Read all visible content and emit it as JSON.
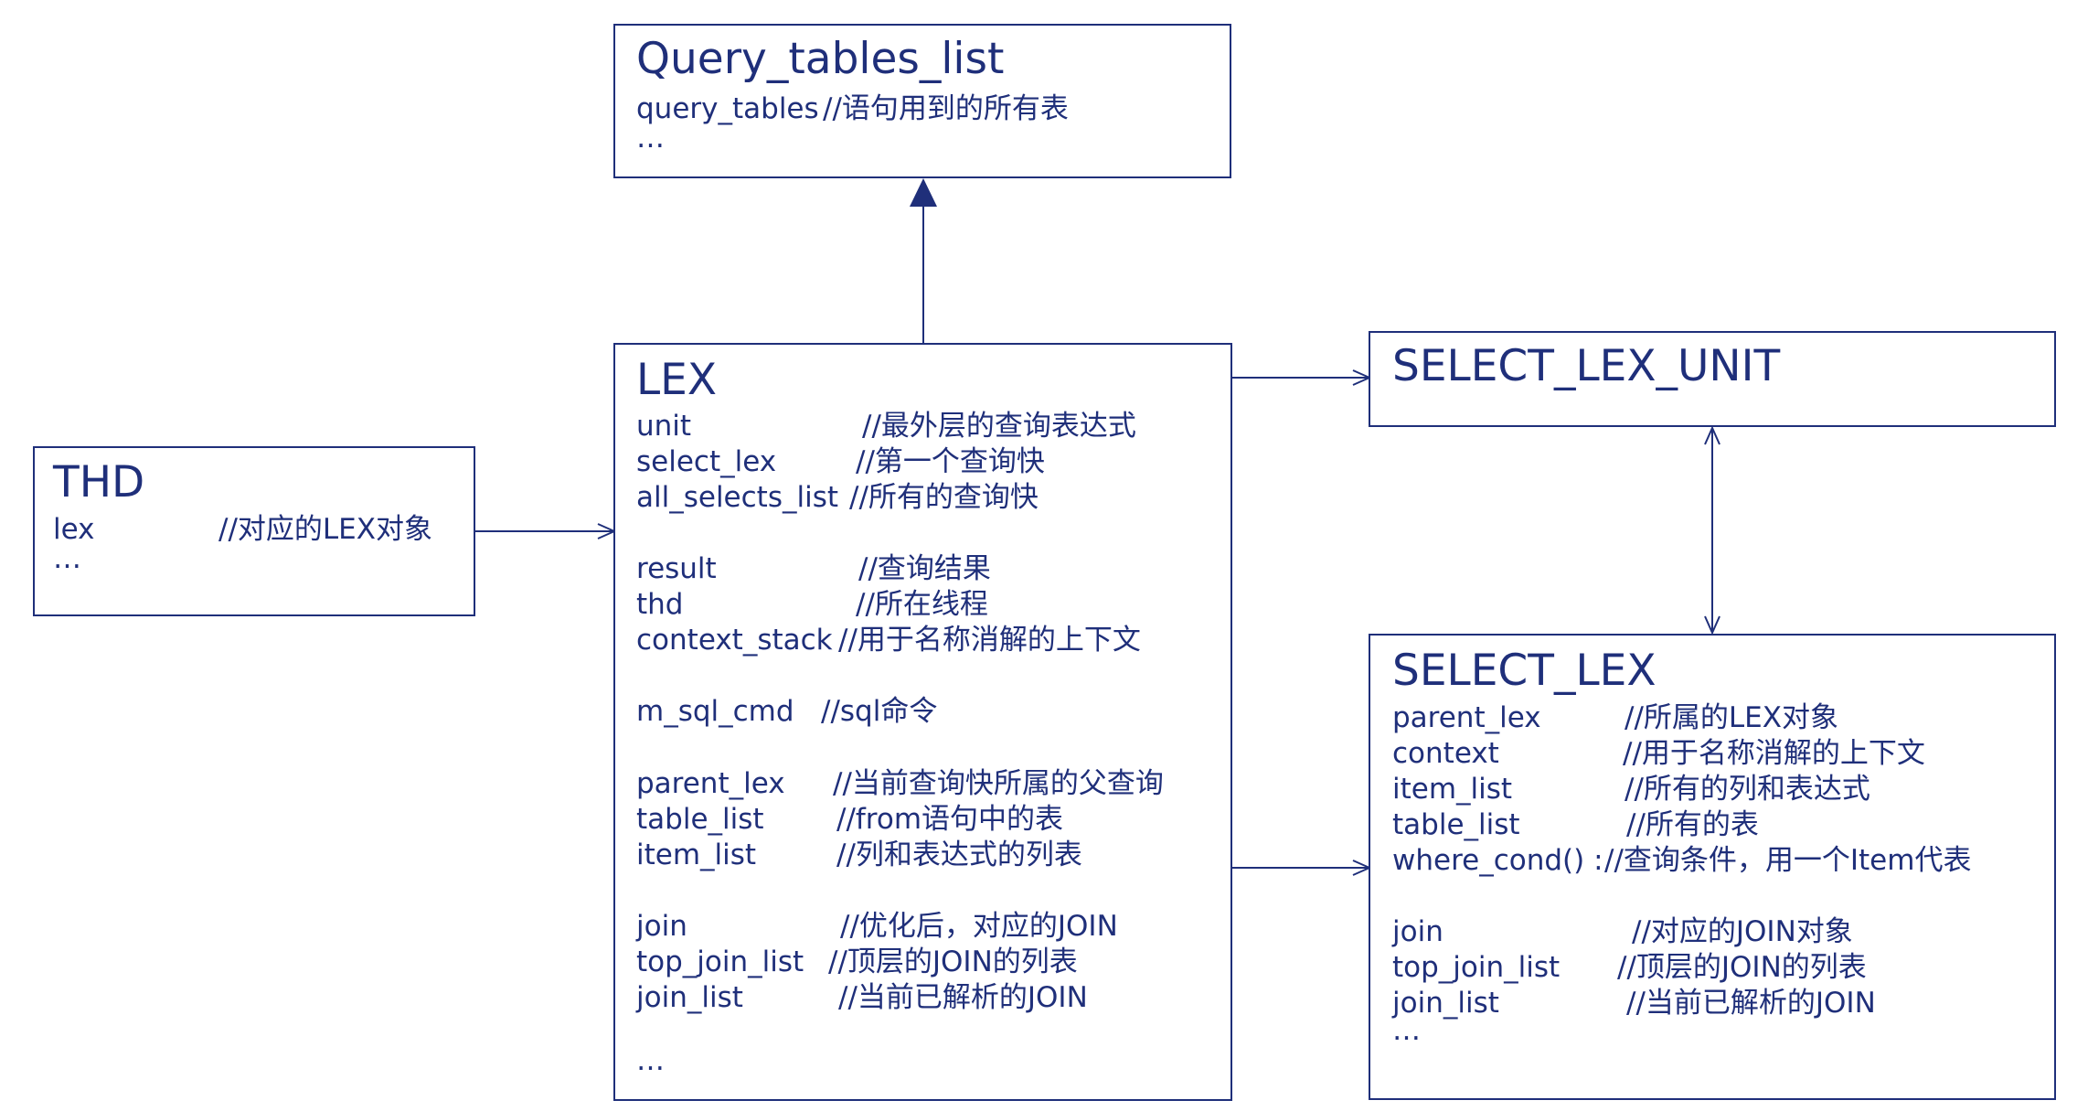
{
  "colors": {
    "ink": "#1f2f7a",
    "background": "#ffffff"
  },
  "query_tables_list": {
    "title": "Query_tables_list",
    "fields": [
      {
        "name": "query_tables",
        "comment": "//语句用到的所有表"
      },
      {
        "name": "…"
      }
    ]
  },
  "thd": {
    "title": "THD",
    "fields": [
      {
        "name": "lex",
        "comment": "//对应的LEX对象"
      },
      {
        "name": "…"
      }
    ]
  },
  "lex": {
    "title": "LEX",
    "fields": [
      {
        "name": "unit",
        "comment": "//最外层的查询表达式"
      },
      {
        "name": "select_lex",
        "comment": "//第一个查询快"
      },
      {
        "name": "all_selects_list",
        "comment": "//所有的查询快"
      },
      {
        "name": "result",
        "comment": "//查询结果"
      },
      {
        "name": "thd",
        "comment": "//所在线程"
      },
      {
        "name": "context_stack",
        "comment": "//用于名称消解的上下文"
      },
      {
        "name": "m_sql_cmd",
        "comment": "//sql命令"
      },
      {
        "name": "parent_lex",
        "comment": "//当前查询快所属的父查询"
      },
      {
        "name": "table_list",
        "comment": "//from语句中的表"
      },
      {
        "name": "item_list",
        "comment": "//列和表达式的列表"
      },
      {
        "name": "join",
        "comment": "//优化后，对应的JOIN"
      },
      {
        "name": "top_join_list",
        "comment": "//顶层的JOIN的列表"
      },
      {
        "name": "join_list",
        "comment": "//当前已解析的JOIN"
      },
      {
        "name": "…"
      }
    ]
  },
  "select_lex_unit": {
    "title": "SELECT_LEX_UNIT"
  },
  "select_lex": {
    "title": "SELECT_LEX",
    "fields": [
      {
        "name": "parent_lex",
        "comment": "//所属的LEX对象"
      },
      {
        "name": "context",
        "comment": "//用于名称消解的上下文"
      },
      {
        "name": "item_list",
        "comment": "//所有的列和表达式"
      },
      {
        "name": "table_list",
        "comment": "//所有的表"
      },
      {
        "name": "where_cond() :",
        "comment": "//查询条件，用一个Item代表"
      },
      {
        "name": "join",
        "comment": "//对应的JOIN对象"
      },
      {
        "name": "top_join_list",
        "comment": "//顶层的JOIN的列表"
      },
      {
        "name": "join_list",
        "comment": "//当前已解析的JOIN"
      },
      {
        "name": "…"
      }
    ]
  }
}
